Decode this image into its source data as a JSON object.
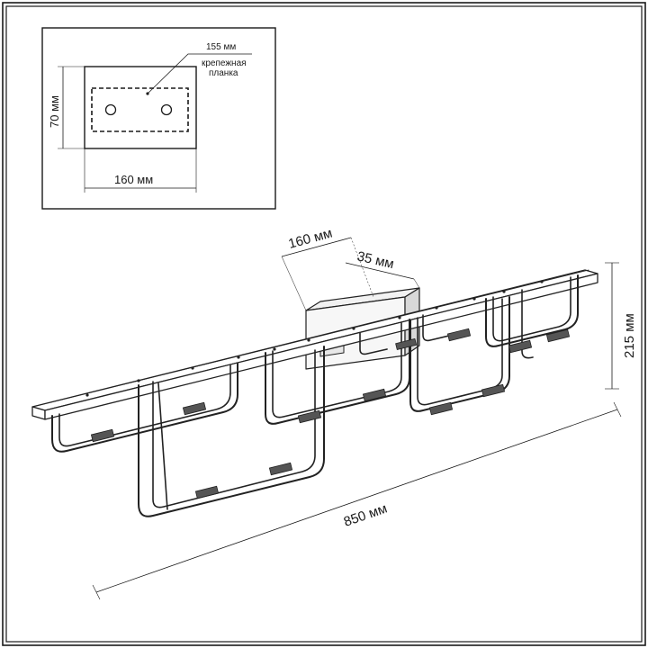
{
  "inset": {
    "label_155": "155 мм",
    "label_mount_line1": "крепежная",
    "label_mount_line2": "планка",
    "label_70": "70 мм",
    "label_160": "160 мм"
  },
  "main": {
    "label_160": "160 мм",
    "label_35": "35 мм",
    "label_215": "215 мм",
    "label_850": "850 мм"
  },
  "colors": {
    "line": "#1a1a1a",
    "wire": "#222222",
    "base_fill": "#f2f2f2"
  }
}
